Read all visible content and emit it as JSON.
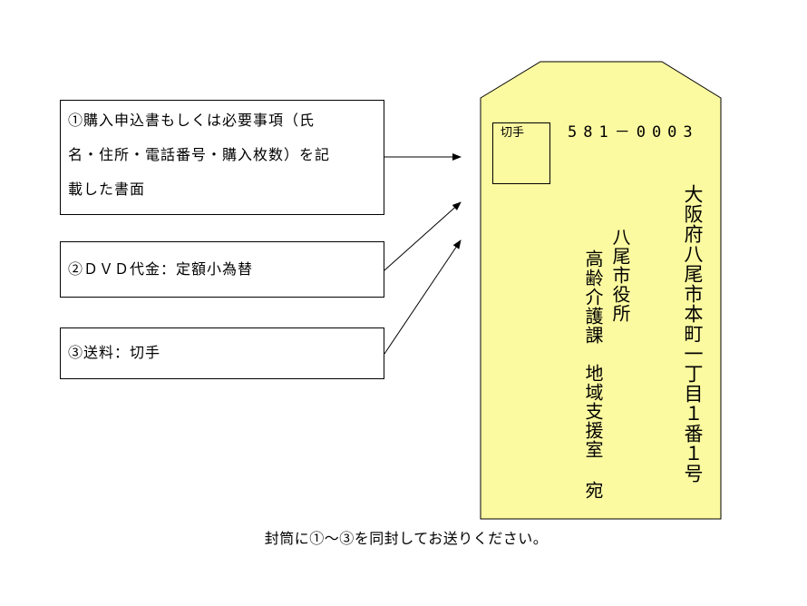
{
  "colors": {
    "envelope_fill": "#fcfaa0",
    "stroke": "#000000"
  },
  "items": [
    {
      "text_line1": "①購入申込書もしくは必要事項（氏",
      "text_line2": "名・住所・電話番号・購入枚数）を記",
      "text_line3": "載した書面"
    },
    {
      "text_line1": "②ＤＶＤ代金：定額小為替"
    },
    {
      "text_line1": "③送料：切手"
    }
  ],
  "envelope": {
    "stamp_label": "切手",
    "postal_code": "581－0003",
    "address": "大阪府八尾市本町一丁目１番１号",
    "recipient_line1": "八尾市役所",
    "recipient_line2": "高齢介護課　地域支援室",
    "honorific": "宛"
  },
  "caption": "封筒に①～③を同封してお送りください。"
}
